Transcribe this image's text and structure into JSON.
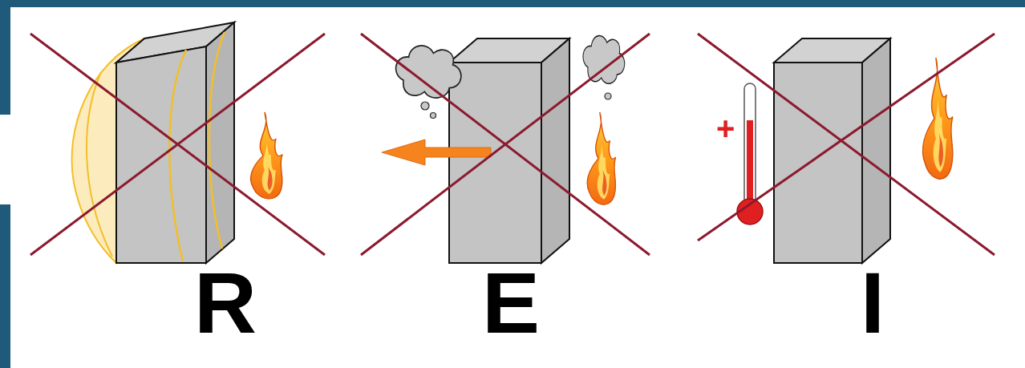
{
  "diagram": {
    "labels": [
      "R",
      "E",
      "I",
      "+"
    ]
  }
}
